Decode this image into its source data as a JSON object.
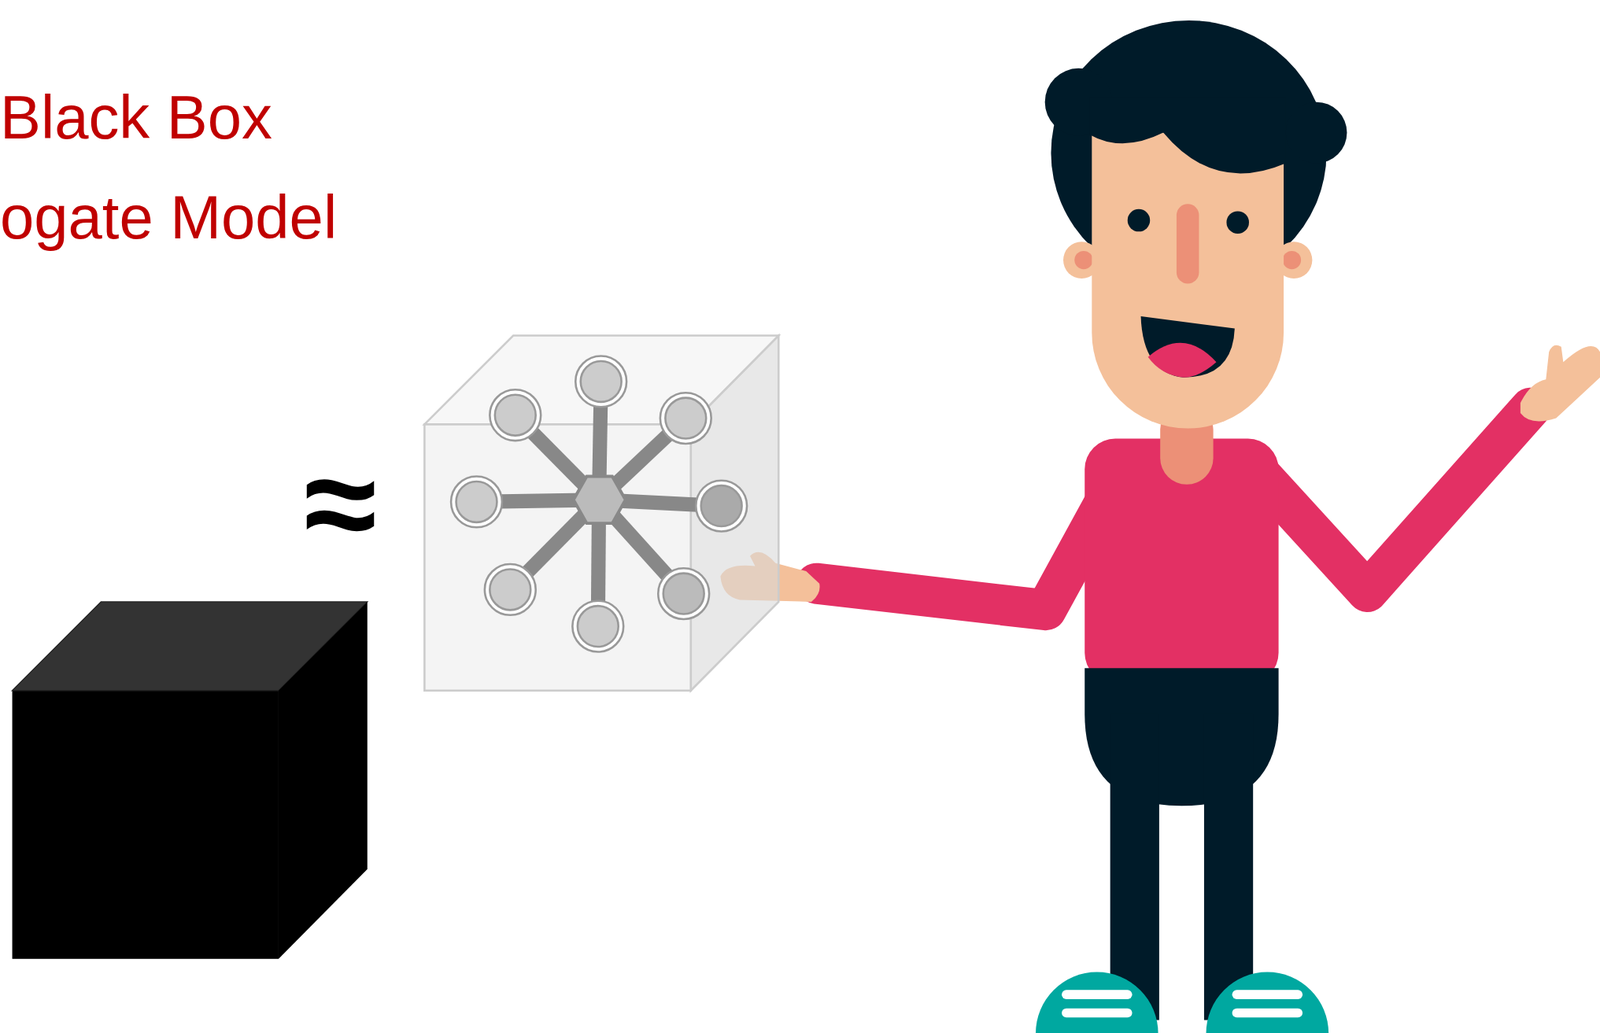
{
  "diagram": {
    "labels": [
      "Black Box",
      "ogate Model",
      "≈"
    ]
  }
}
